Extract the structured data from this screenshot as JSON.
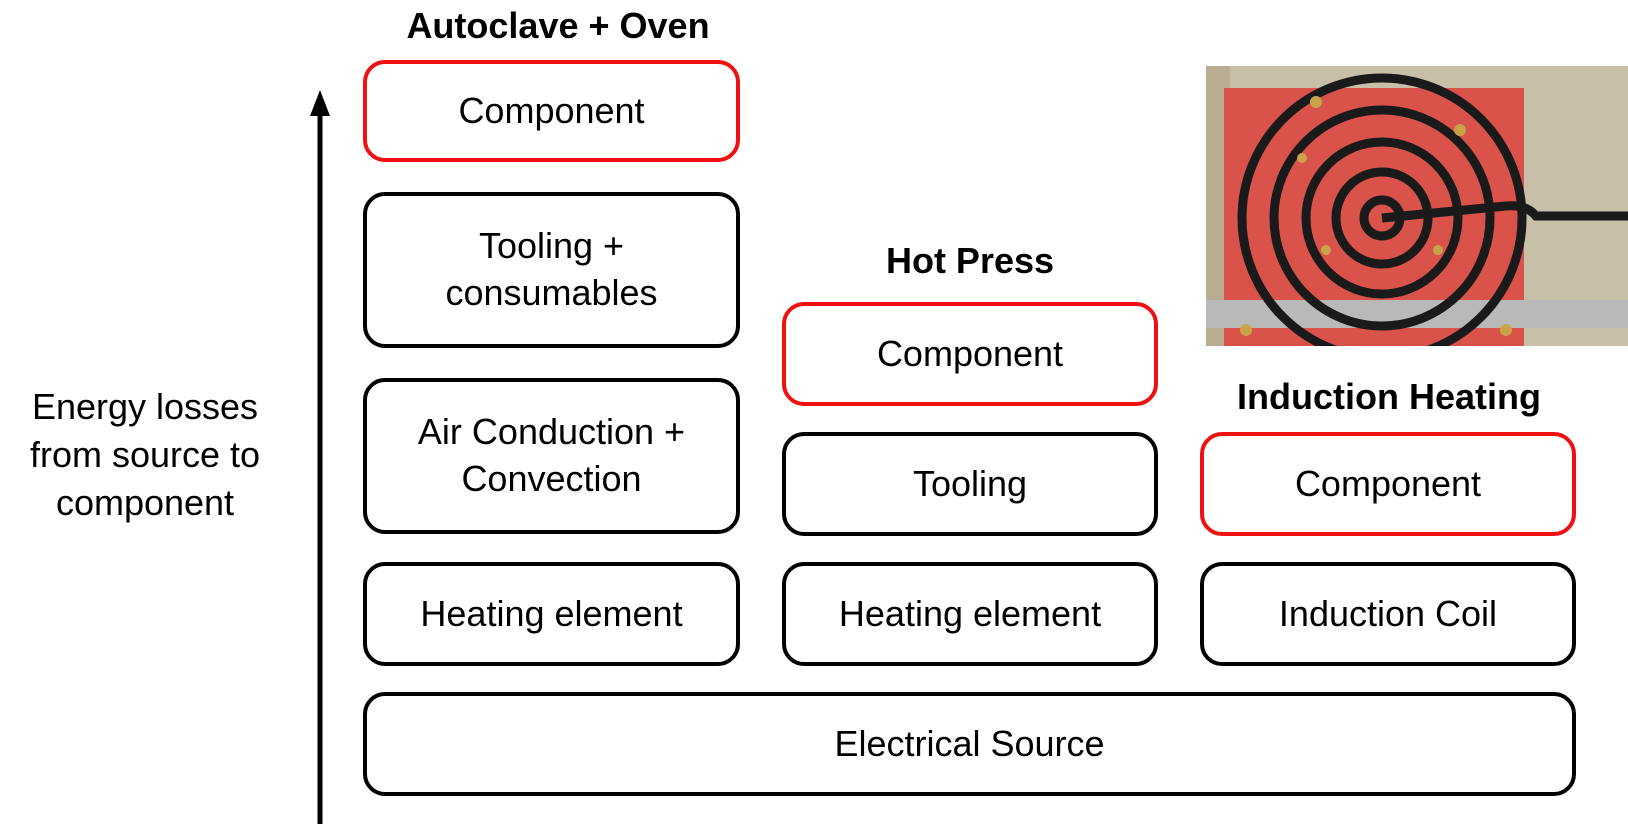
{
  "side_label": [
    "Energy losses",
    "from source to",
    "component"
  ],
  "columns": {
    "autoclave": {
      "heading": "Autoclave + Oven",
      "component": "Component",
      "tooling": [
        "Tooling +",
        "consumables"
      ],
      "air": [
        "Air Conduction +",
        "Convection"
      ],
      "heating": "Heating element"
    },
    "hotpress": {
      "heading": "Hot Press",
      "component": "Component",
      "tooling": "Tooling",
      "heating": "Heating element"
    },
    "induction": {
      "heading": "Induction Heating",
      "component": "Component",
      "coil": "Induction Coil"
    }
  },
  "source": "Electrical Source",
  "colors": {
    "highlight": "#ee1111",
    "outline": "#000000",
    "photo_mat": "#d9534a",
    "photo_coil": "#1a1a1a",
    "photo_bg": "#c8bfa8"
  },
  "photo": "induction coil on red mat photo"
}
